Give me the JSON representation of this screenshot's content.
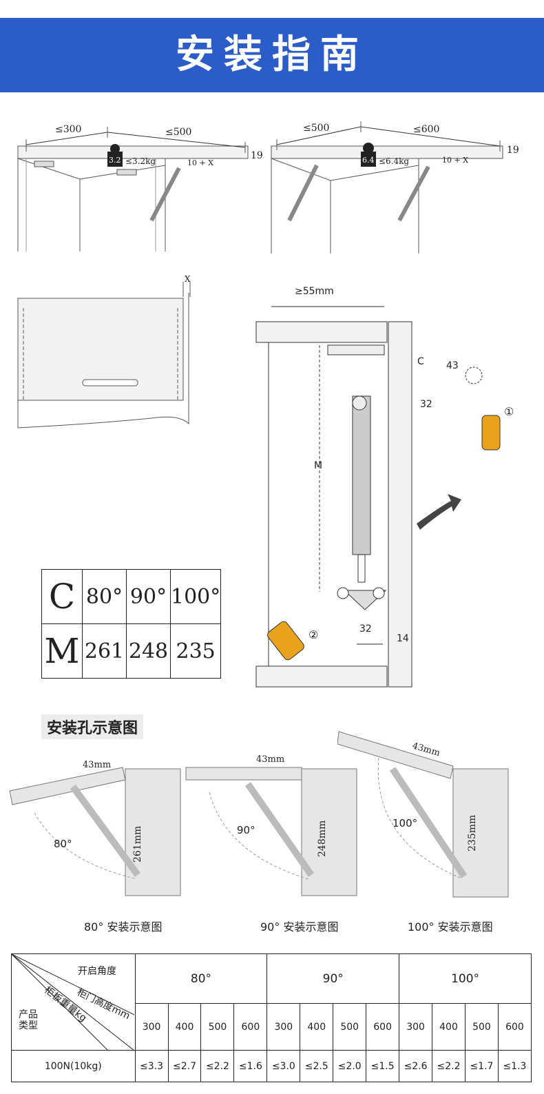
{
  "header": {
    "title": "安装指南"
  },
  "top_diagrams": [
    {
      "dim_left": "≤300",
      "dim_right": "≤500",
      "dim_edge": "19",
      "weight_label": "3.2",
      "weight_text": "≤3.2kg",
      "offset_text": "10 + X"
    },
    {
      "dim_left": "≤500",
      "dim_right": "≤600",
      "dim_edge": "19",
      "weight_label": "6.4",
      "weight_text": "≤6.4kg",
      "offset_text": "10 + X"
    }
  ],
  "door_diagram": {
    "gap_label": "X"
  },
  "side_diagram": {
    "depth_label": "≥55mm",
    "angle_symbol": "C",
    "length_symbol": "M",
    "dim_43": "43",
    "dim_32_top": "32",
    "dim_32_bottom": "32",
    "dim_14": "14",
    "step1": "①",
    "step2": "②"
  },
  "cm_table": {
    "rows": [
      {
        "head": "C",
        "values": [
          "80°",
          "90°",
          "100°"
        ]
      },
      {
        "head": "M",
        "values": [
          "261",
          "248",
          "235"
        ]
      }
    ]
  },
  "holes_section": {
    "title": "安装孔示意图",
    "diagrams": [
      {
        "hole": "43mm",
        "angle": "80°",
        "length": "261mm",
        "caption": "80°  安装示意图"
      },
      {
        "hole": "43mm",
        "angle": "90°",
        "length": "248mm",
        "caption": "90°  安装示意图"
      },
      {
        "hole": "43mm",
        "angle": "100°",
        "length": "235mm",
        "caption": "100°  安装示意图"
      }
    ]
  },
  "spec_table": {
    "header_angle": "开启角度",
    "header_height": "柜门高度mm",
    "header_weight": "柜板重量kg",
    "header_type": "产品类型",
    "angles": [
      "80°",
      "90°",
      "100°"
    ],
    "heights": [
      "300",
      "400",
      "500",
      "600",
      "300",
      "400",
      "500",
      "600",
      "300",
      "400",
      "500",
      "600"
    ],
    "rows": [
      {
        "type": "100N(10kg)",
        "values": [
          "≤3.3",
          "≤2.7",
          "≤2.2",
          "≤1.6",
          "≤3.0",
          "≤2.5",
          "≤2.0",
          "≤1.5",
          "≤2.6",
          "≤2.2",
          "≤1.7",
          "≤1.3"
        ]
      }
    ]
  },
  "colors": {
    "banner": "#2b5cc7",
    "handle": "#e8a21c",
    "line": "#333333"
  }
}
